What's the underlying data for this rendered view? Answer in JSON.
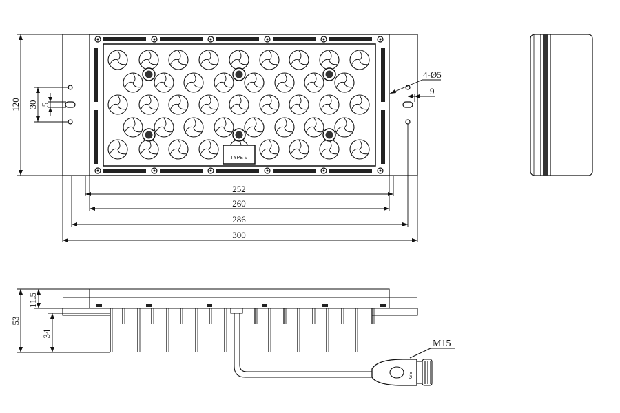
{
  "drawing": {
    "dims": {
      "w252": "252",
      "w260": "260",
      "w286": "286",
      "w300": "300",
      "h120": "120",
      "h30": "30",
      "h5": "5",
      "holes": "4-Ø5",
      "off9": "9",
      "h53": "53",
      "h11_5": "11.5",
      "h34": "34"
    },
    "lens_label": "TYPE V",
    "connector_label": "M15",
    "connector_badge": "GS"
  }
}
